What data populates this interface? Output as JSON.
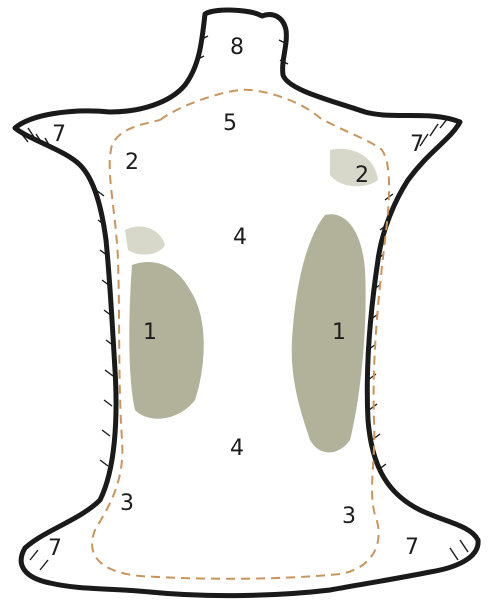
{
  "diagram": {
    "colors": {
      "outline": "#1a1a1a",
      "dashed_boundary": "#c9955a",
      "shaded_zone": "#a9aa8e",
      "background": "#ffffff"
    },
    "zones": [
      {
        "id": "neck",
        "label": "8"
      },
      {
        "id": "shoulder",
        "label": "5"
      },
      {
        "id": "foreleg-left",
        "label": "7"
      },
      {
        "id": "foreleg-right",
        "label": "7"
      },
      {
        "id": "shoulder-side-left",
        "label": "2"
      },
      {
        "id": "shoulder-side-right",
        "label": "2"
      },
      {
        "id": "back-upper",
        "label": "4"
      },
      {
        "id": "side-left",
        "label": "1"
      },
      {
        "id": "side-right",
        "label": "1"
      },
      {
        "id": "back-lower",
        "label": "4"
      },
      {
        "id": "flank-left",
        "label": "3"
      },
      {
        "id": "flank-right",
        "label": "3"
      },
      {
        "id": "hindleg-left",
        "label": "7"
      },
      {
        "id": "hindleg-right",
        "label": "7"
      }
    ]
  }
}
